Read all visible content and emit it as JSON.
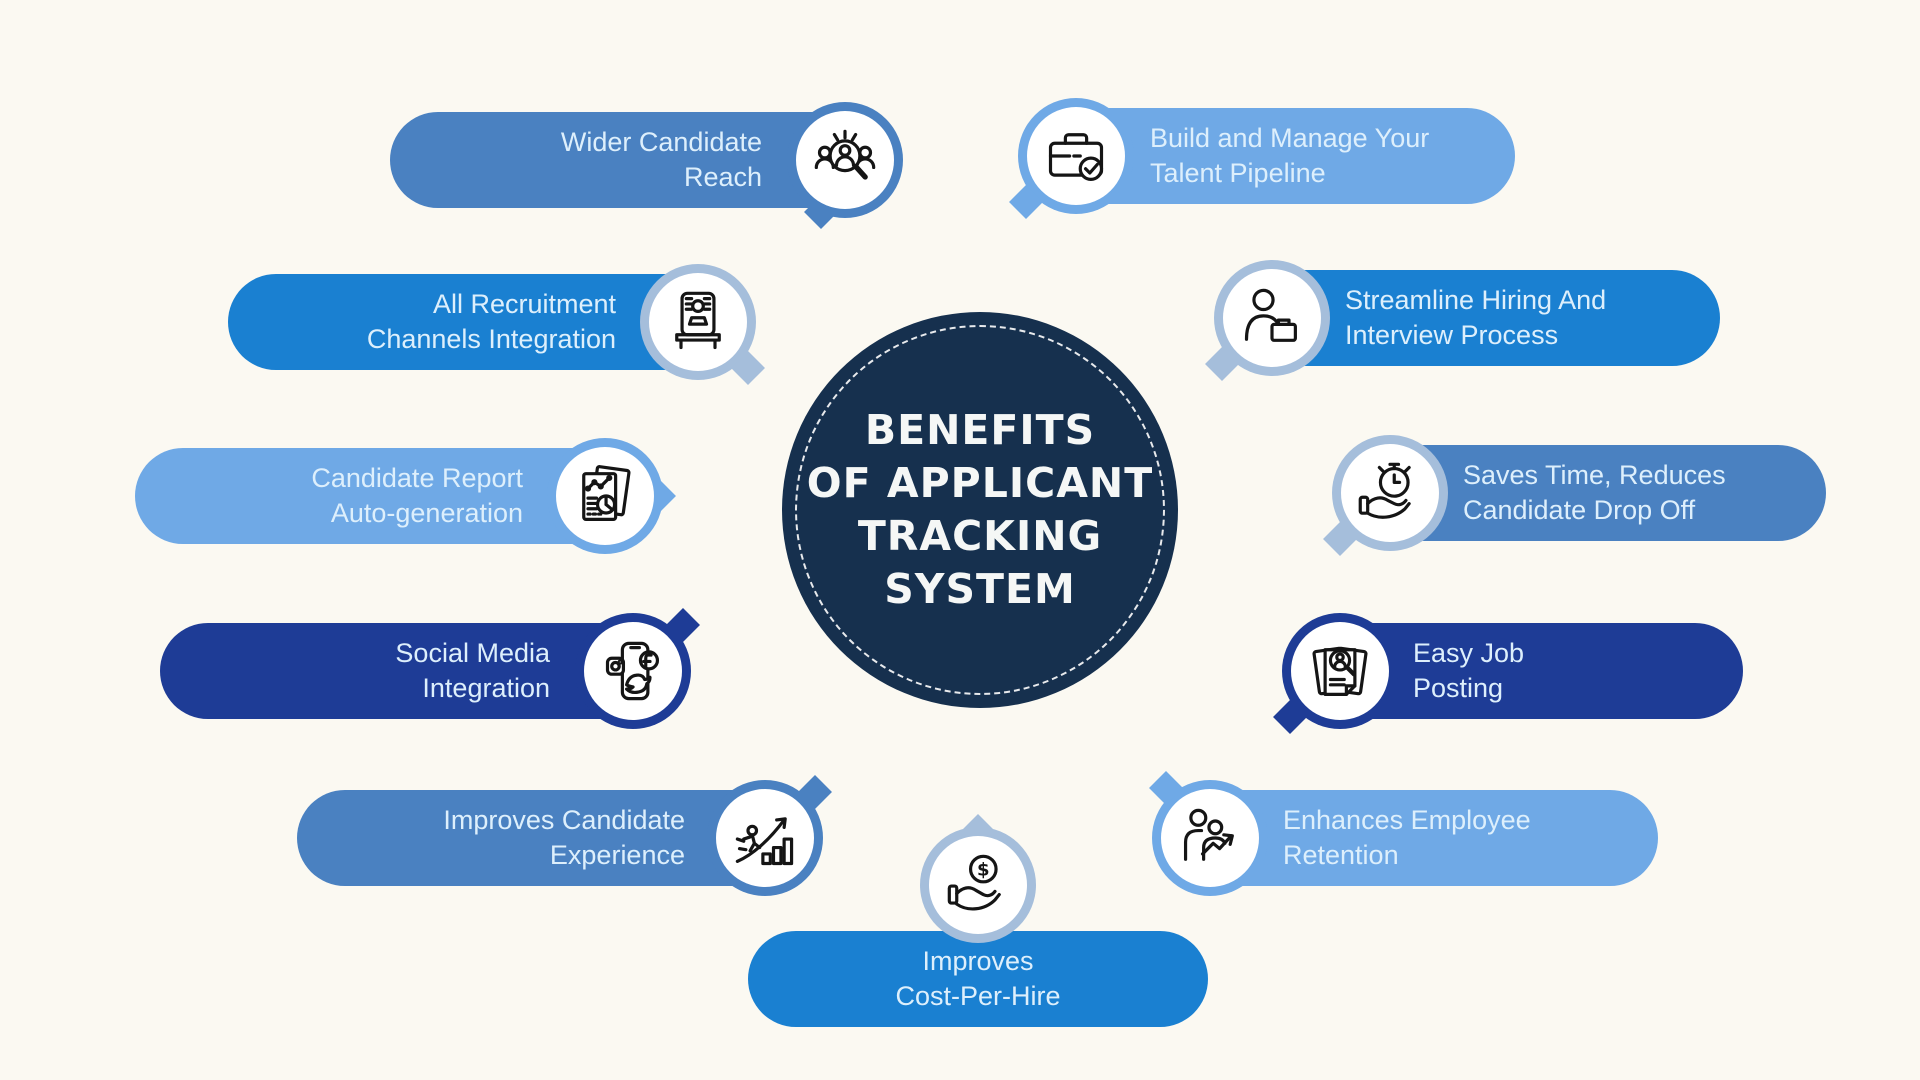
{
  "title": {
    "line1": "BENEFITS",
    "line2": "OF APPLICANT",
    "line3": "TRACKING",
    "line4": "SYSTEM"
  },
  "colors": {
    "background": "#fbf9f2",
    "navy": "#16304e",
    "medium": "#4a81c1",
    "light": "#6fa9e6",
    "bright": "#1a80d1",
    "royal": "#1e3c96",
    "ring_pale": "#a5bedb",
    "text": "#ddeffc",
    "title_text": "#f5f7f6",
    "icon_stroke": "#151515"
  },
  "items": [
    {
      "id": "wider-candidate-reach",
      "line1": "Wider Candidate",
      "line2": "Reach",
      "color": "medium",
      "icon": "candidate-search-icon"
    },
    {
      "id": "talent-pipeline",
      "line1": "Build and Manage Your",
      "line2": "Talent Pipeline",
      "color": "light",
      "icon": "briefcase-check-icon"
    },
    {
      "id": "recruitment-channels",
      "line1": "All Recruitment",
      "line2": "Channels Integration",
      "color": "bright",
      "icon": "recruiter-desk-icon"
    },
    {
      "id": "streamline-hiring",
      "line1": "Streamline Hiring And",
      "line2": "Interview Process",
      "color": "bright",
      "icon": "person-briefcase-icon"
    },
    {
      "id": "candidate-report",
      "line1": "Candidate Report",
      "line2": "Auto-generation",
      "color": "light",
      "icon": "report-chart-icon"
    },
    {
      "id": "saves-time",
      "line1": "Saves Time, Reduces",
      "line2": "Candidate Drop Off",
      "color": "medium",
      "icon": "hand-stopwatch-icon"
    },
    {
      "id": "social-media",
      "line1": "Social Media",
      "line2": "Integration",
      "color": "royal",
      "icon": "phone-social-icon"
    },
    {
      "id": "easy-job-posting",
      "line1": "Easy Job",
      "line2": "Posting",
      "color": "royal",
      "icon": "job-document-icon"
    },
    {
      "id": "improves-experience",
      "line1": "Improves Candidate",
      "line2": "Experience",
      "color": "medium",
      "icon": "growth-person-icon"
    },
    {
      "id": "enhances-retention",
      "line1": "Enhances Employee",
      "line2": "Retention",
      "color": "light",
      "icon": "team-growth-icon"
    },
    {
      "id": "cost-per-hire",
      "line1": "Improves",
      "line2": "Cost-Per-Hire",
      "color": "bright",
      "icon": "hand-dollar-icon"
    }
  ]
}
